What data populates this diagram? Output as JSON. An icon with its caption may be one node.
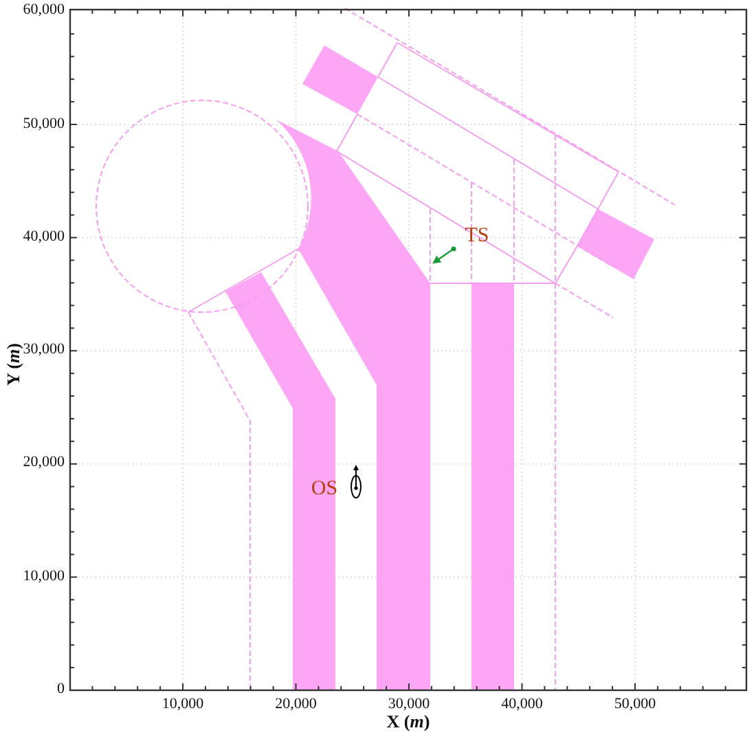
{
  "diagram": {
    "labels": [
      "60,000",
      "50,000",
      "40,000",
      "30,000",
      "20,000",
      "10,000",
      "0",
      "10,000",
      "20,000",
      "30,000",
      "40,000",
      "50,000",
      "X (*m*)",
      "Y (*m*)",
      "TS",
      "OS"
    ]
  }
}
